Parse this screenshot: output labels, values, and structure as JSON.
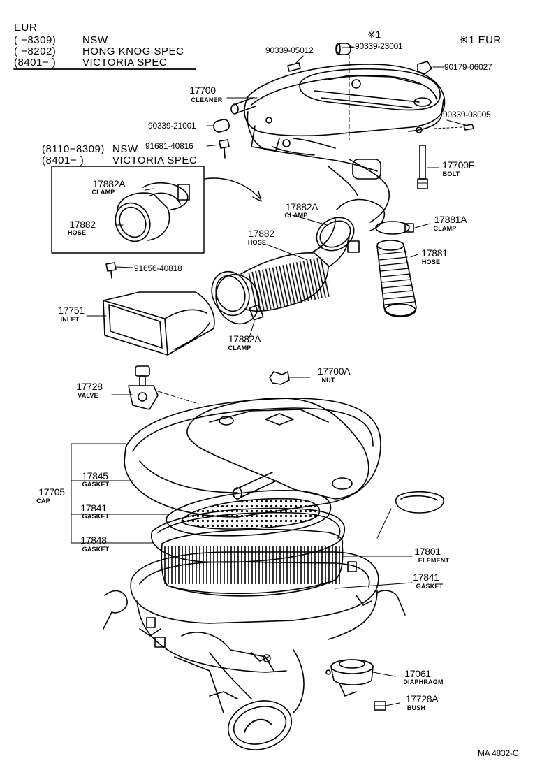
{
  "header": {
    "region": "EUR",
    "lines": [
      {
        "range": "(      −8309)",
        "spec": "NSW"
      },
      {
        "range": "(      −8202)",
        "spec": "HONG KNOG SPEC"
      },
      {
        "range": "(8401−      )",
        "spec": "VICTORIA SPEC"
      }
    ]
  },
  "note_mark": "※1",
  "note_eur": "※1 EUR",
  "inset": {
    "lines": [
      {
        "range": "(8110−8309)",
        "spec": "NSW"
      },
      {
        "range": "(8401−      )",
        "spec": "VICTORIA SPEC"
      }
    ]
  },
  "parts": {
    "p_90339_05012": "90339-05012",
    "p_90339_23001": "90339-23001",
    "p_90179_06027": "90179-06027",
    "p_17700": {
      "num": "17700",
      "name": "CLEANER"
    },
    "p_90339_21001": "90339-21001",
    "p_90339_03005": "90339-03005",
    "p_91681_40816": "91681-40816",
    "p_17700F": {
      "num": "17700F",
      "name": "BOLT"
    },
    "p_17882A_inset": {
      "num": "17882A",
      "name": "CLAMP"
    },
    "p_17882_inset": {
      "num": "17882",
      "name": "HOSE"
    },
    "p_17882A_top": {
      "num": "17882A",
      "name": "CLAMP"
    },
    "p_17881A": {
      "num": "17881A",
      "name": "CLAMP"
    },
    "p_17882": {
      "num": "17882",
      "name": "HOSE"
    },
    "p_17881": {
      "num": "17881",
      "name": "HOSE"
    },
    "p_91656_40818": "91656-40818",
    "p_17751": {
      "num": "17751",
      "name": "INLET"
    },
    "p_17882A_bot": {
      "num": "17882A",
      "name": "CLAMP"
    },
    "p_17700A": {
      "num": "17700A",
      "name": "NUT"
    },
    "p_17728": {
      "num": "17728",
      "name": "VALVE"
    },
    "p_17845": {
      "num": "17845",
      "name": "GASKET"
    },
    "p_17705": {
      "num": "17705",
      "name": "CAP"
    },
    "p_17841_a": {
      "num": "17841",
      "name": "GASKET"
    },
    "p_17848": {
      "num": "17848",
      "name": "GASKET"
    },
    "p_17801": {
      "num": "17801",
      "name": "ELEMENT"
    },
    "p_17841_b": {
      "num": "17841",
      "name": "GASKET"
    },
    "p_17061": {
      "num": "17061",
      "name": "DIAPHRAGM"
    },
    "p_17728A": {
      "num": "17728A",
      "name": "BUSH"
    }
  },
  "figure_code": "MA 4832-C"
}
